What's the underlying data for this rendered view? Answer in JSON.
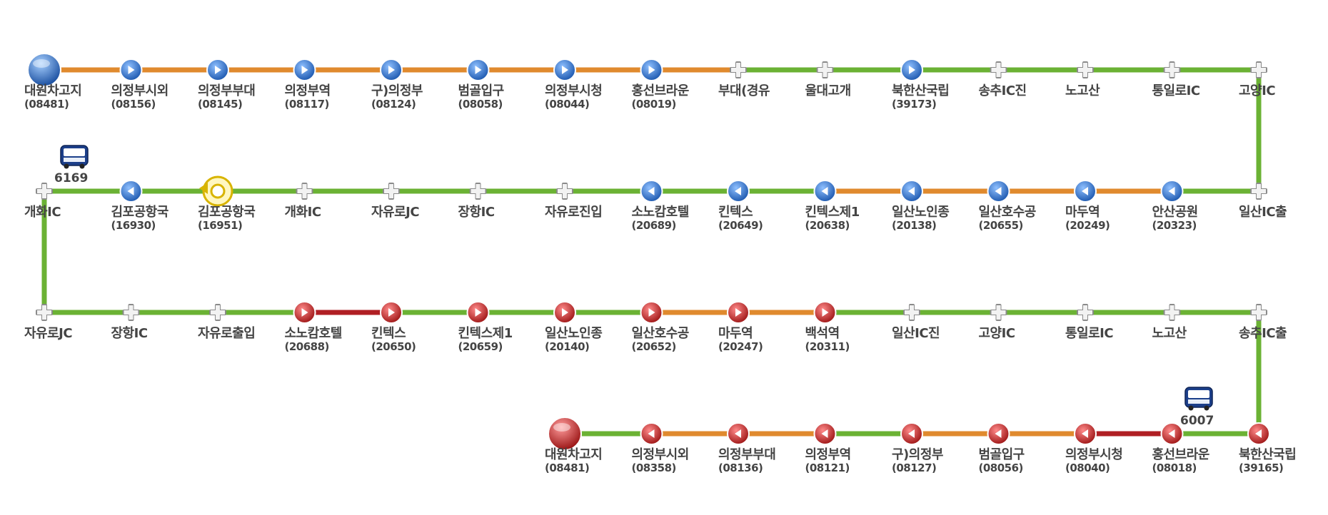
{
  "colors": {
    "green": "#6bb234",
    "orange": "#e08a2e",
    "red": "#b01f24",
    "blue": "#2e6fc6",
    "stopRed": "#c82424",
    "gray": "#8a8a8a"
  },
  "buses": [
    {
      "number": "6169"
    },
    {
      "number": "6007"
    }
  ],
  "rows": [
    {
      "direction": "right",
      "stops": [
        {
          "name": "대원차고지",
          "id": "(08481)",
          "type": "terminal",
          "seg": "orange"
        },
        {
          "name": "의정부시외",
          "id": "(08156)",
          "type": "stop",
          "seg": "orange"
        },
        {
          "name": "의정부부대",
          "id": "(08145)",
          "type": "stop",
          "seg": "orange"
        },
        {
          "name": "의정부역",
          "id": "(08117)",
          "type": "stop",
          "seg": "orange"
        },
        {
          "name": "구)의정부",
          "id": "(08124)",
          "type": "stop",
          "seg": "orange"
        },
        {
          "name": "범골입구",
          "id": "(08058)",
          "type": "stop",
          "seg": "orange"
        },
        {
          "name": "의정부시청",
          "id": "(08044)",
          "type": "stop",
          "seg": "orange"
        },
        {
          "name": "홍선브라운",
          "id": "(08019)",
          "type": "stop",
          "seg": "orange"
        },
        {
          "name": "부대(경유",
          "id": "",
          "type": "pass",
          "seg": "green"
        },
        {
          "name": "울대고개",
          "id": "",
          "type": "pass",
          "seg": "green"
        },
        {
          "name": "북한산국립",
          "id": "(39173)",
          "type": "stop",
          "seg": "green"
        },
        {
          "name": "송추IC진",
          "id": "",
          "type": "pass",
          "seg": "green"
        },
        {
          "name": "노고산",
          "id": "",
          "type": "pass",
          "seg": "green"
        },
        {
          "name": "통일로IC",
          "id": "",
          "type": "pass",
          "seg": "green"
        },
        {
          "name": "고양IC",
          "id": "",
          "type": "pass",
          "seg": ""
        }
      ]
    },
    {
      "direction": "left",
      "stops": [
        {
          "name": "개화IC",
          "id": "",
          "type": "pass",
          "seg": "green"
        },
        {
          "name": "김포공항국",
          "id": "(16930)",
          "type": "stop",
          "seg": "green"
        },
        {
          "name": "김포공항국",
          "id": "(16951)",
          "type": "turn",
          "seg": "green"
        },
        {
          "name": "개화IC",
          "id": "",
          "type": "pass",
          "seg": "green"
        },
        {
          "name": "자유로JC",
          "id": "",
          "type": "pass",
          "seg": "green"
        },
        {
          "name": "장항IC",
          "id": "",
          "type": "pass",
          "seg": "green"
        },
        {
          "name": "자유로진입",
          "id": "",
          "type": "pass",
          "seg": "green"
        },
        {
          "name": "소노캄호텔",
          "id": "(20689)",
          "type": "stop",
          "seg": "green"
        },
        {
          "name": "킨텍스",
          "id": "(20649)",
          "type": "stop",
          "seg": "green"
        },
        {
          "name": "킨텍스제1",
          "id": "(20638)",
          "type": "stop",
          "seg": "orange"
        },
        {
          "name": "일산노인종",
          "id": "(20138)",
          "type": "stop",
          "seg": "orange"
        },
        {
          "name": "일산호수공",
          "id": "(20655)",
          "type": "stop",
          "seg": "orange"
        },
        {
          "name": "마두역",
          "id": "(20249)",
          "type": "stop",
          "seg": "orange"
        },
        {
          "name": "안산공원",
          "id": "(20323)",
          "type": "stop",
          "seg": "green"
        },
        {
          "name": "일산IC출",
          "id": "",
          "type": "pass",
          "seg": ""
        }
      ]
    },
    {
      "direction": "right",
      "stops": [
        {
          "name": "자유로JC",
          "id": "",
          "type": "pass",
          "seg": "green"
        },
        {
          "name": "장항IC",
          "id": "",
          "type": "pass",
          "seg": "green"
        },
        {
          "name": "자유로출입",
          "id": "",
          "type": "pass",
          "seg": "green"
        },
        {
          "name": "소노캄호텔",
          "id": "(20688)",
          "type": "stop",
          "seg": "red"
        },
        {
          "name": "킨텍스",
          "id": "(20650)",
          "type": "stop",
          "seg": "green"
        },
        {
          "name": "킨텍스제1",
          "id": "(20659)",
          "type": "stop",
          "seg": "green"
        },
        {
          "name": "일산노인종",
          "id": "(20140)",
          "type": "stop",
          "seg": "green"
        },
        {
          "name": "일산호수공",
          "id": "(20652)",
          "type": "stop",
          "seg": "orange"
        },
        {
          "name": "마두역",
          "id": "(20247)",
          "type": "stop",
          "seg": "orange"
        },
        {
          "name": "백석역",
          "id": "(20311)",
          "type": "stop",
          "seg": "green"
        },
        {
          "name": "일산IC진",
          "id": "",
          "type": "pass",
          "seg": "green"
        },
        {
          "name": "고양IC",
          "id": "",
          "type": "pass",
          "seg": "green"
        },
        {
          "name": "통일로IC",
          "id": "",
          "type": "pass",
          "seg": "green"
        },
        {
          "name": "노고산",
          "id": "",
          "type": "pass",
          "seg": "green"
        },
        {
          "name": "송추IC출",
          "id": "",
          "type": "pass",
          "seg": ""
        }
      ]
    },
    {
      "direction": "left",
      "stops": [
        {
          "name": "대원차고지",
          "id": "(08481)",
          "type": "terminal",
          "seg": "green"
        },
        {
          "name": "의정부시외",
          "id": "(08358)",
          "type": "stop",
          "seg": "orange"
        },
        {
          "name": "의정부부대",
          "id": "(08136)",
          "type": "stop",
          "seg": "orange"
        },
        {
          "name": "의정부역",
          "id": "(08121)",
          "type": "stop",
          "seg": "green"
        },
        {
          "name": "구)의정부",
          "id": "(08127)",
          "type": "stop",
          "seg": "orange"
        },
        {
          "name": "범골입구",
          "id": "(08056)",
          "type": "stop",
          "seg": "orange"
        },
        {
          "name": "의정부시청",
          "id": "(08040)",
          "type": "stop",
          "seg": "red"
        },
        {
          "name": "홍선브라운",
          "id": "(08018)",
          "type": "stop",
          "seg": "green"
        },
        {
          "name": "북한산국립",
          "id": "(39165)",
          "type": "stop",
          "seg": ""
        }
      ]
    }
  ]
}
